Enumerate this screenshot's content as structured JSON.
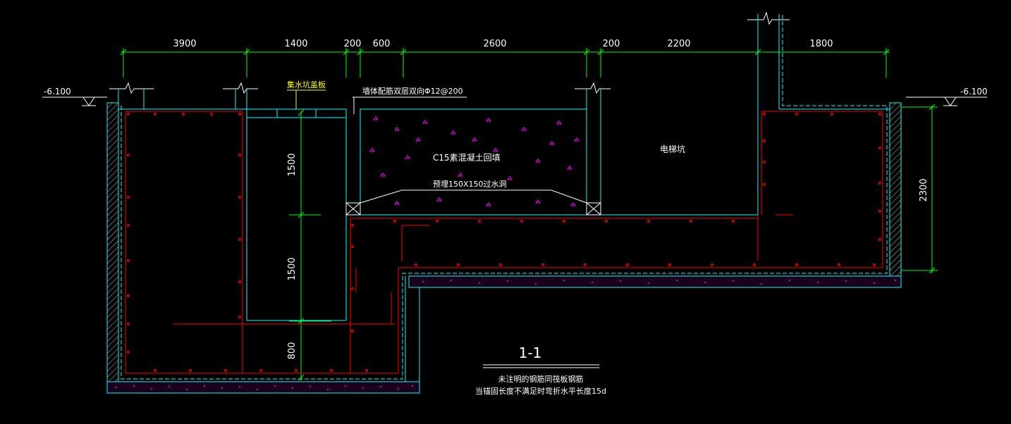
{
  "dimensions_top": [
    "3900",
    "1400",
    "200",
    "600",
    "2600",
    "200",
    "2200",
    "1800"
  ],
  "dimensions_vertical": [
    "1500",
    "1500",
    "800"
  ],
  "dimension_right": "2300",
  "level_left": "-6.100",
  "level_right": "-6.100",
  "labels": {
    "sump_cover": "集水坑盖板",
    "wall_rebar": "墙体配筋双层双向Φ12@200",
    "backfill": "C15素混凝土回填",
    "drain_hole": "预埋150X150过水洞",
    "elevator_pit": "电梯坑"
  },
  "section_title": "1-1",
  "notes": [
    "未注明的钢筋同筏板钢筋",
    "当锚固长度不满足时弯折水平长度15d"
  ],
  "colors": {
    "background": "#000000",
    "structure": "#00ffff",
    "dimension": "#00ff00",
    "rebar": "#ff0000",
    "hatch": "#ff00ff",
    "text": "#ffffff",
    "callout": "#ffff00"
  }
}
